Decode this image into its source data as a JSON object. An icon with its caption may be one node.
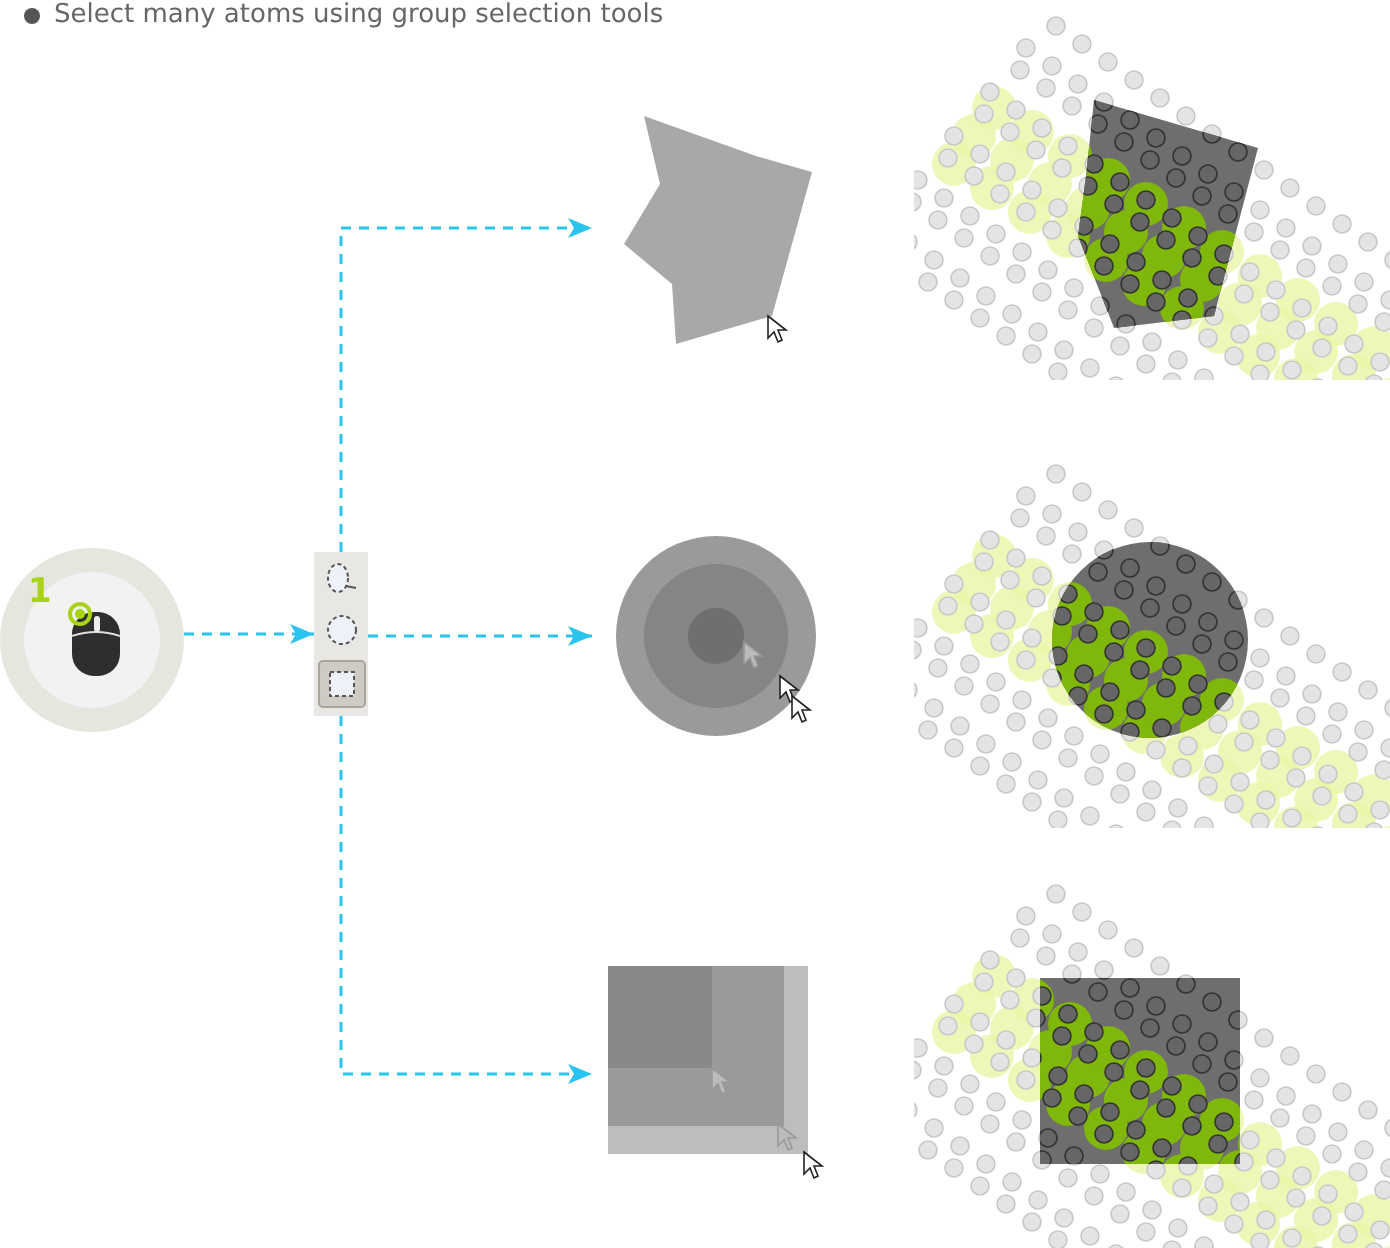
{
  "diagram": {
    "title": "Select many atoms using group selection tools",
    "nodes": [
      {
        "text": [
          "1"
        ]
      },
      {
        "text": [],
        "shape": "box"
      },
      {
        "text": [],
        "shape": "polygon"
      },
      {
        "text": [],
        "shape": "circle"
      },
      {
        "text": [],
        "shape": "box"
      }
    ],
    "edges": [
      {
        "from": 0,
        "to": 1,
        "arrow": "to",
        "style": "dashed"
      },
      {
        "from": 1,
        "to": 2,
        "arrow": "to",
        "style": "dashed"
      },
      {
        "from": 1,
        "to": 3,
        "arrow": "to",
        "style": "dashed"
      },
      {
        "from": 1,
        "to": 4,
        "arrow": "to",
        "style": "dashed"
      }
    ]
  }
}
